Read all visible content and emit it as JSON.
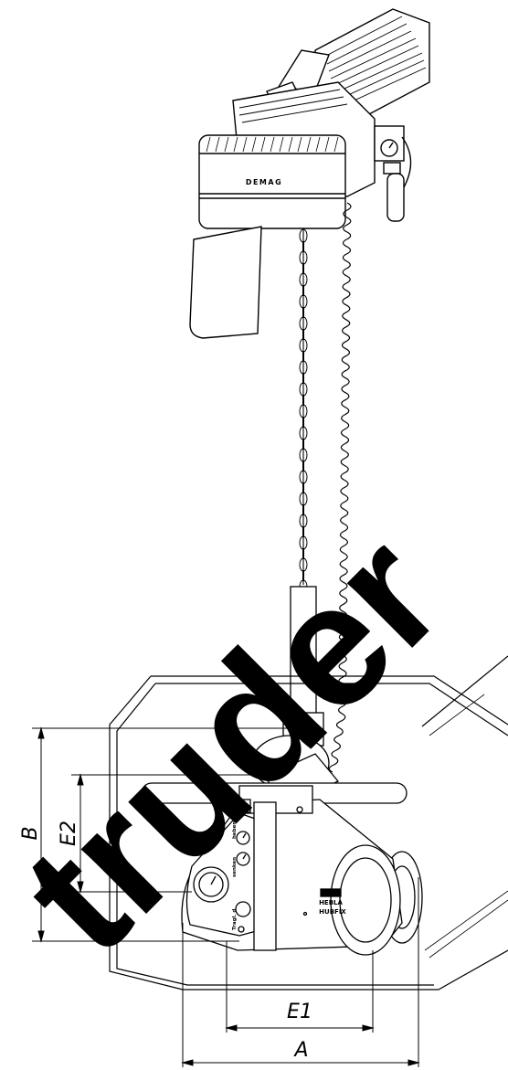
{
  "brand_label": "DEMAG",
  "device_label_top": "HEBLA",
  "device_label_bottom": "HUBFIX",
  "panel_labels": [
    "heben",
    "senken",
    "Tragl. d"
  ],
  "dimensions": {
    "a": "A",
    "b": "B",
    "e1": "E1",
    "e2": "E2"
  },
  "watermark_text": "truder"
}
